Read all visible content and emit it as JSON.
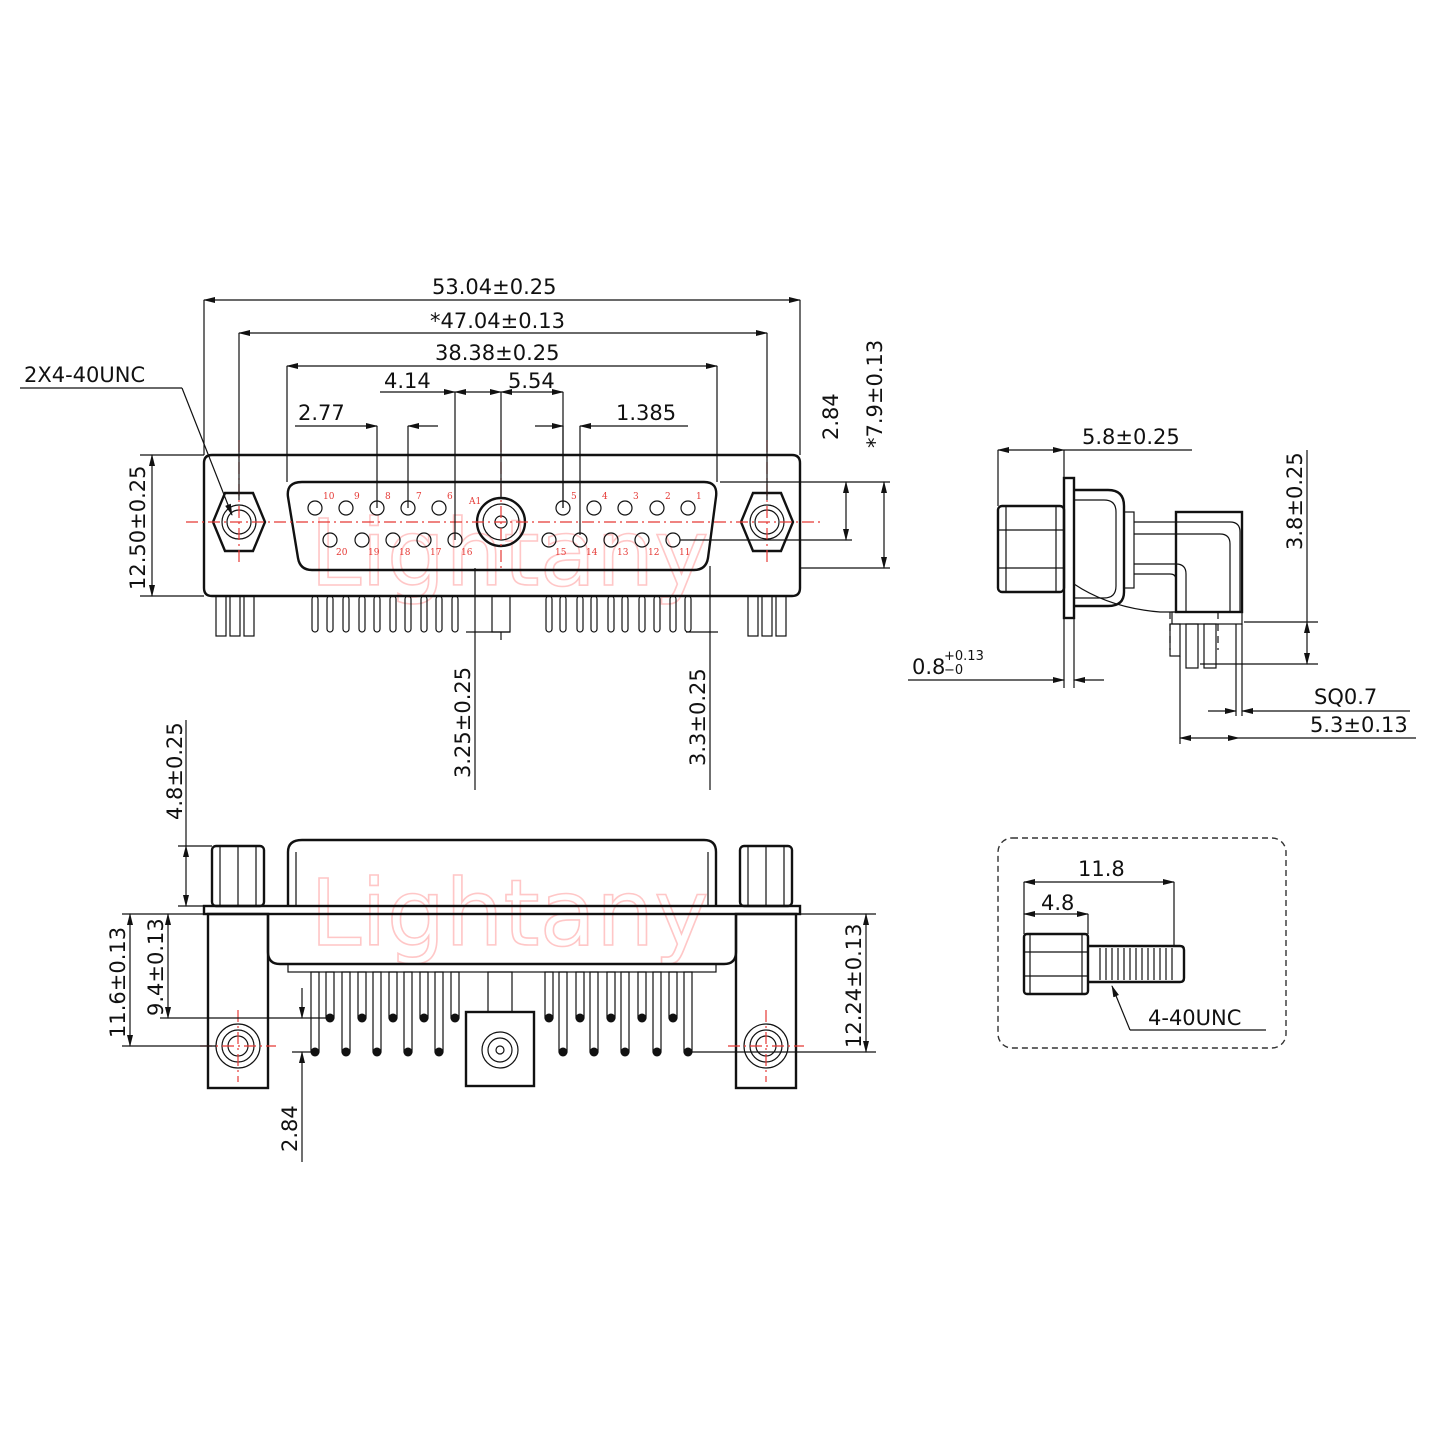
{
  "watermark": "Lightany",
  "front_view": {
    "dims": {
      "overall_width": "53.04±0.25",
      "mount_spacing": "*47.04±0.13",
      "shell_width": "38.38±0.25",
      "dim_414": "4.14",
      "dim_554": "5.54",
      "dim_277": "2.77",
      "dim_1385": "1.385",
      "thread_note": "2X4-40UNC",
      "height": "12.50±0.25",
      "dim_284": "2.84",
      "dim_79": "*7.9±0.13",
      "dim_325": "3.25±0.25",
      "dim_33": "3.3±0.25"
    },
    "pins_top": [
      "10",
      "9",
      "8",
      "7",
      "6",
      "A1",
      "5",
      "4",
      "3",
      "2",
      "1"
    ],
    "pins_bottom": [
      "20",
      "19",
      "18",
      "17",
      "16",
      "15",
      "14",
      "13",
      "12",
      "11"
    ]
  },
  "side_view": {
    "dims": {
      "depth": "5.8±0.25",
      "height": "3.8±0.25",
      "flange": "0.8",
      "flange_tol_plus": "+0.13",
      "flange_tol_minus": "−0",
      "pin_square": "SQ0.7",
      "pin_offset": "5.3±0.13"
    }
  },
  "bottom_view": {
    "dims": {
      "nut_height": "4.8±0.25",
      "dim_116": "11.6±0.13",
      "dim_94": "9.4±0.13",
      "dim_1224": "12.24±0.13",
      "dim_284": "2.84"
    }
  },
  "screw_detail": {
    "dims": {
      "total": "11.8",
      "head": "4.8",
      "thread": "4-40UNC"
    }
  }
}
